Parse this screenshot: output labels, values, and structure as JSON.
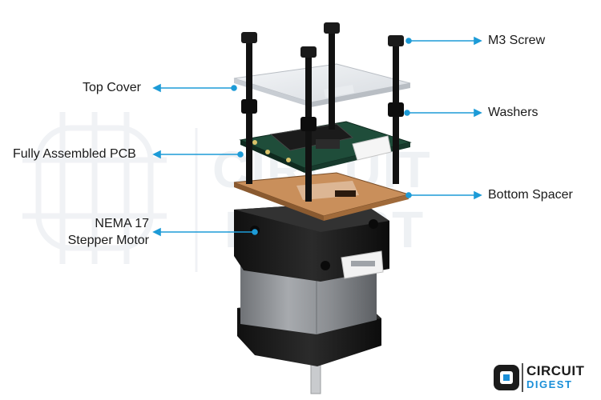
{
  "labels": {
    "m3_screw": "M3 Screw",
    "top_cover": "Top Cover",
    "washers": "Washers",
    "fully_assembled_pcb": "Fully Assembled PCB",
    "bottom_spacer": "Bottom Spacer",
    "nema_line1": "NEMA 17",
    "nema_line2": "Stepper Motor"
  },
  "watermark": {
    "word1": "CIRCUIT",
    "word2": "DIGEST"
  },
  "logo": {
    "title": "CIRCUIT",
    "subtitle": "DIGEST"
  },
  "colors": {
    "leader": "#1d9bd7",
    "motor_body": "#8c8f93",
    "motor_dark": "#1c1c1c",
    "pcb": "#1f4d3a",
    "spacer": "#c98f5b",
    "accent": "#1a8fd8"
  }
}
